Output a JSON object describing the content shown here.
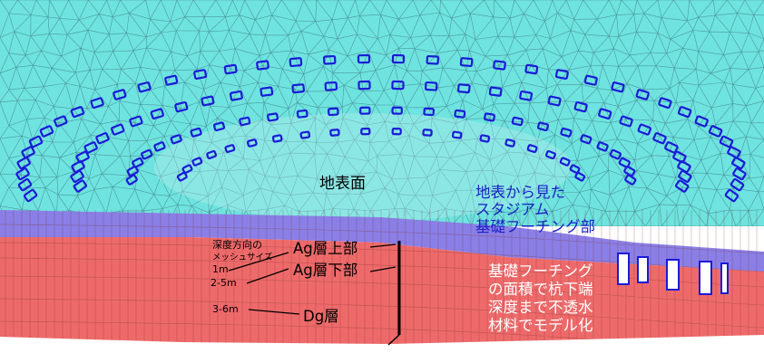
{
  "labels": {
    "ground_surface": "地表面",
    "stadium_caption_line1": "地表から見た",
    "stadium_caption_line2": "スタジアム",
    "stadium_caption_line3": "基礎フーチング部",
    "footing_note_line1": "基礎フーチング",
    "footing_note_line2": "の面積で杭下端",
    "footing_note_line3": "深度まで不透水",
    "footing_note_line4": "材料でモデル化",
    "mesh_heading_line1": "深度方向の",
    "mesh_heading_line2": "メッシュサイズ",
    "mesh_size_ag_upper": "1m",
    "mesh_size_ag_lower": "2-5m",
    "mesh_size_dg": "3-6m",
    "layer_ag_upper": "Ag層上部",
    "layer_ag_lower": "Ag層下部",
    "layer_dg": "Dg層"
  },
  "colors": {
    "ground_mesh": "#6fe3df",
    "ag_upper_layer": "#8a7fe6",
    "ag_lower_layer": "#ee6a6a",
    "dg_layer": "#f46c6c",
    "footing_outline": "#1a1ad8",
    "caption_blue": "#1a20c8",
    "footing_note_text": "#ffffff",
    "label_text": "#000000"
  }
}
